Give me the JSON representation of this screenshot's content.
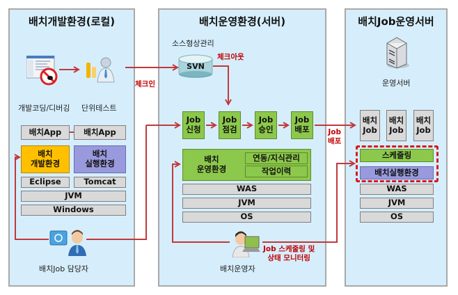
{
  "panels": {
    "local": {
      "title": "배치개발환경(로컬)",
      "dev_coding_label": "개발코딩/디버깅",
      "unit_test_label": "단위테스트",
      "app_left": "배치App",
      "app_right": "배치App",
      "dev_env": [
        "배치",
        "개발환경"
      ],
      "run_env": [
        "배치",
        "실행환경"
      ],
      "eclipse": "Eclipse",
      "tomcat": "Tomcat",
      "jvm": "JVM",
      "os": "Windows",
      "person_label": "배치Job 담당자"
    },
    "ops": {
      "title": "배치운영환경(서버)",
      "scm_label": "소스형상관리",
      "svn": "SVN",
      "checkout_label": "체크아웃",
      "steps": [
        {
          "line1": "Job",
          "line2": "신청"
        },
        {
          "line1": "Job",
          "line2": "점검"
        },
        {
          "line1": "Job",
          "line2": "승인"
        },
        {
          "line1": "Job",
          "line2": "배포"
        }
      ],
      "ops_env": [
        "배치",
        "운영환경"
      ],
      "link_mgmt": "연동/지식관리",
      "job_history": "작업이력",
      "was": "WAS",
      "jvm": "JVM",
      "os": "OS",
      "operator_label": "배치운영자",
      "monitor_label": [
        "Job 스케줄링 및",
        "상태 모니터링"
      ]
    },
    "server": {
      "title": "배치Job운영서버",
      "server_label": "운영서버",
      "jobs": [
        {
          "line1": "배치",
          "line2": "Job"
        },
        {
          "line1": "배치",
          "line2": "Job"
        },
        {
          "line1": "배치",
          "line2": "Job"
        }
      ],
      "scheduling": "스케줄링",
      "run_env": "배치실행환경",
      "was": "WAS",
      "jvm": "JVM",
      "os": "OS"
    }
  },
  "connectors": {
    "checkin_label": "체크인",
    "deploy_label": [
      "Job",
      "배포"
    ]
  },
  "colors": {
    "panel_bg": "#d6eefc",
    "arrow_red": "#c0393b",
    "label_red": "#c00000",
    "green_box": "#8cc84b",
    "purple_box": "#9999dd",
    "orange_box": "#ffc000",
    "gray_box": "#d9d9d9"
  }
}
